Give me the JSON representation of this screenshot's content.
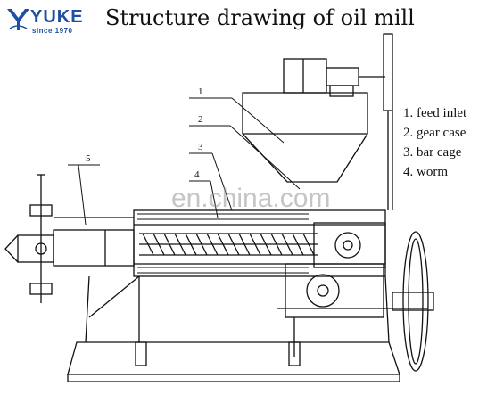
{
  "logo": {
    "brand": "YUKE",
    "tagline": "since 1970"
  },
  "title": "Structure drawing of oil mill",
  "watermark": "en.china.com",
  "callouts": [
    "1",
    "2",
    "3",
    "4",
    "5"
  ],
  "legend": [
    "1. feed inlet",
    "2. gear case",
    "3. bar cage",
    "4.  worm"
  ],
  "colors": {
    "brand": "#1d4fa3",
    "line": "#111111"
  }
}
